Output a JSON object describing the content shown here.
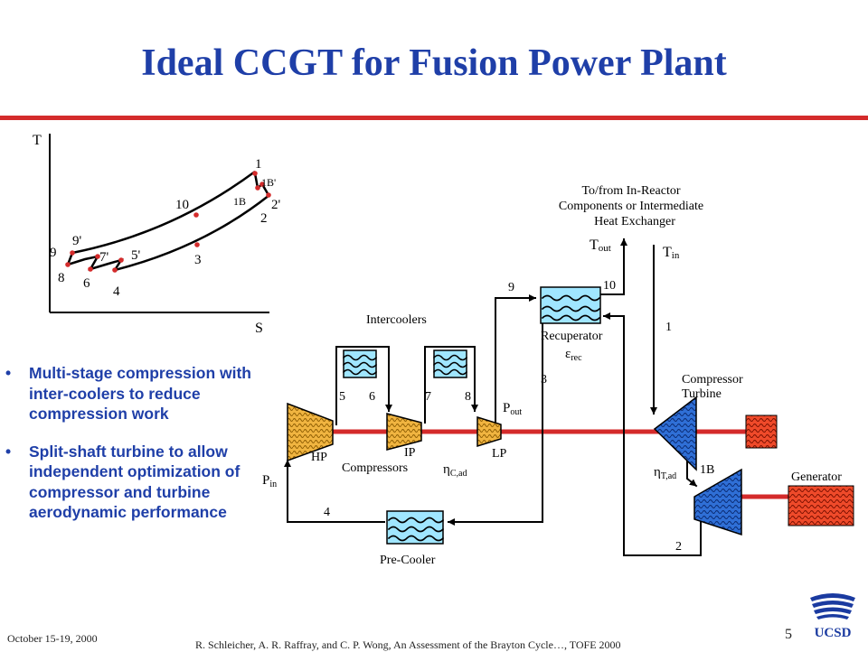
{
  "slide": {
    "title": "Ideal CCGT for Fusion Power Plant",
    "page_number": "5",
    "footer_date": "October 15-19, 2000",
    "footer_citation": "R. Schleicher,  A. R. Raffray, and C. P. Wong, An Assessment of the Brayton Cycle…, TOFE 2000",
    "logo_text": "UCSD"
  },
  "bullets": [
    "Multi-stage compression with inter-coolers to reduce compression work",
    "Split-shaft turbine to allow independent optimization of compressor and turbine aerodynamic performance"
  ],
  "ts_diagram": {
    "y_axis": "T",
    "x_axis": "S",
    "points": [
      "1",
      "1B'",
      "1B",
      "2'",
      "2",
      "3",
      "4",
      "5'",
      "6",
      "7'",
      "8",
      "9'",
      "9",
      "10"
    ]
  },
  "schematic": {
    "reactor_label": [
      "To/from In-Reactor",
      "Components or Intermediate",
      "Heat Exchanger"
    ],
    "t_out": "T",
    "t_out_sub": "out",
    "t_in": "T",
    "t_in_sub": "in",
    "intercoolers": "Intercoolers",
    "recuperator": "Recuperator",
    "eps_sym": "ε",
    "eps_sub": "rec",
    "compressor_turbine": [
      "Compressor",
      "Turbine"
    ],
    "generator": "Generator",
    "pre_cooler": "Pre-Cooler",
    "compressors": "Compressors",
    "hp": "HP",
    "ip": "IP",
    "lp": "LP",
    "p_out": "P",
    "p_out_sub": "out",
    "p_in": "P",
    "p_in_sub": "in",
    "eta_sym": "η",
    "eta_c_sub": "C,ad",
    "eta_t_sub": "T,ad",
    "state_labels": [
      "1",
      "1B",
      "2",
      "3",
      "4",
      "5",
      "6",
      "7",
      "8",
      "9",
      "10"
    ]
  }
}
